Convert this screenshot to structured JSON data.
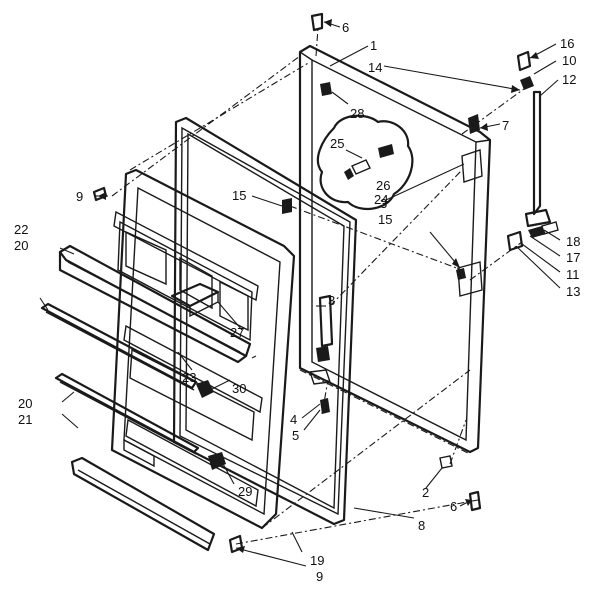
{
  "callouts": {
    "c1": "1",
    "c2": "2",
    "c3a": "3",
    "c3b": "3",
    "c4": "4",
    "c5": "5",
    "c6a": "6",
    "c6b": "6",
    "c7": "7",
    "c8": "8",
    "c9a": "9",
    "c9b": "9",
    "c10": "10",
    "c11": "11",
    "c12": "12",
    "c13": "13",
    "c14": "14",
    "c15a": "15",
    "c15b": "15",
    "c16": "16",
    "c17": "17",
    "c18": "18",
    "c19": "19",
    "c20a": "20",
    "c20b": "20",
    "c21": "21",
    "c22": "22",
    "c23": "23",
    "c24": "24",
    "c25": "25",
    "c26": "26",
    "c27": "27",
    "c28": "28",
    "c29": "29",
    "c30": "30"
  }
}
